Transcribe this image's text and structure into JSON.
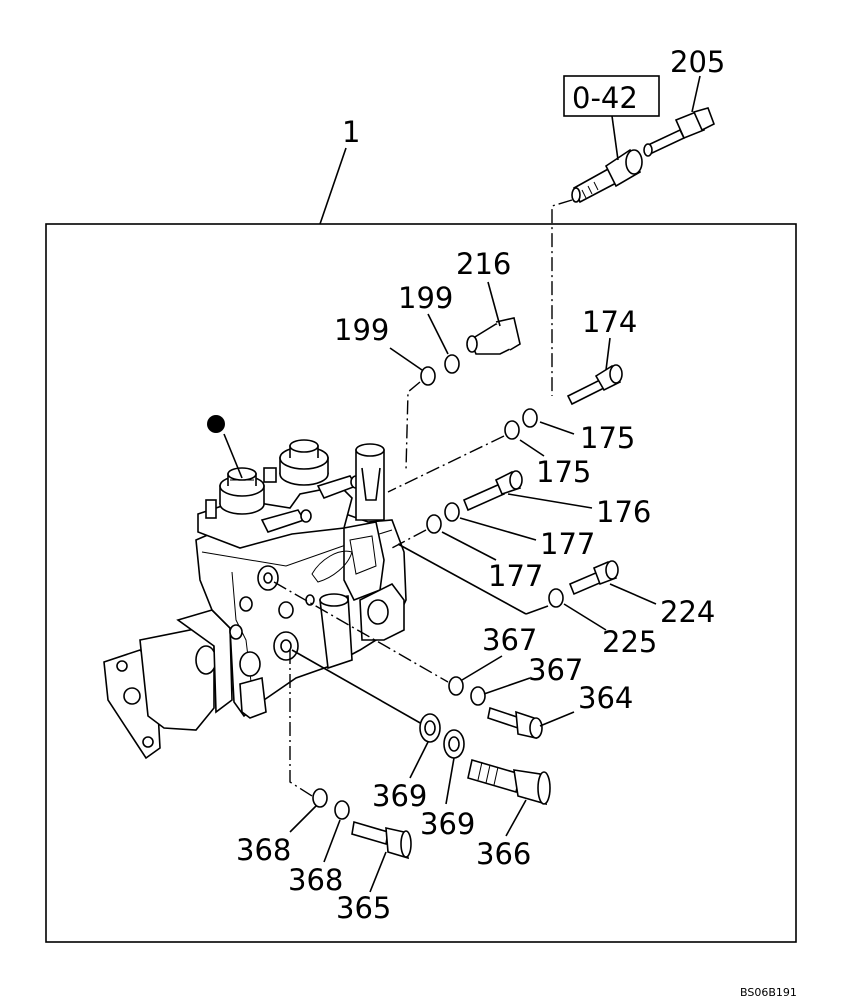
{
  "figure_code": "BS06B191",
  "reference_box": "0-42",
  "assembly_label": "1",
  "callouts": {
    "c205": "205",
    "c216": "216",
    "c199a": "199",
    "c199b": "199",
    "c174": "174",
    "c175a": "175",
    "c175b": "175",
    "c176": "176",
    "c177a": "177",
    "c177b": "177",
    "c224": "224",
    "c225": "225",
    "c367a": "367",
    "c367b": "367",
    "c364": "364",
    "c369a": "369",
    "c369b": "369",
    "c366": "366",
    "c368a": "368",
    "c368b": "368",
    "c365": "365"
  }
}
